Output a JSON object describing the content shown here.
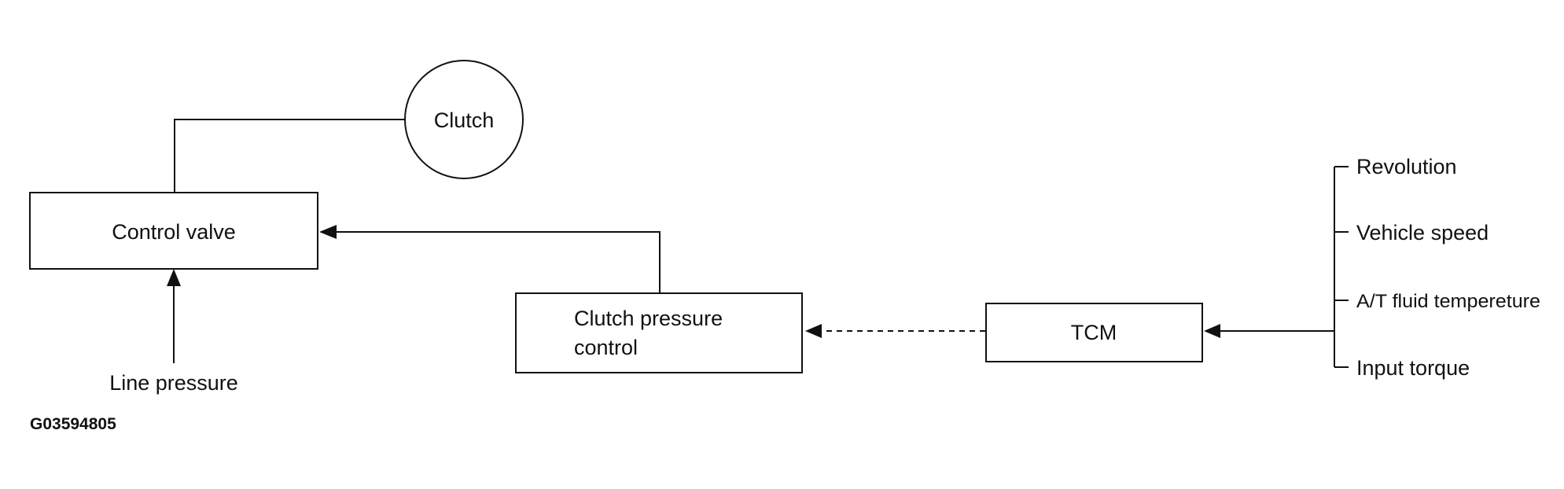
{
  "diagram": {
    "nodes": {
      "clutch": "Clutch",
      "control_valve": "Control valve",
      "clutch_pressure_control": [
        "Clutch pressure",
        "control"
      ],
      "tcm": "TCM"
    },
    "inputs": {
      "line_pressure": "Line pressure",
      "tcm_inputs": [
        "Revolution",
        "Vehicle speed",
        "A/T fluid tempereture",
        "Input torque"
      ]
    },
    "figure_id": "G03594805"
  }
}
